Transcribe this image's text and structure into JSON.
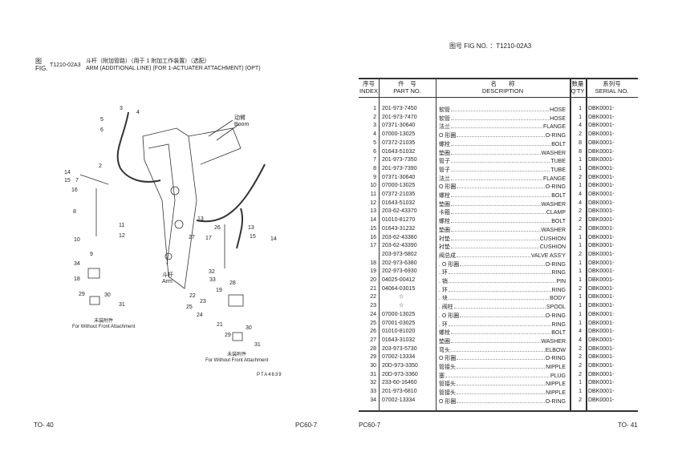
{
  "left_page": {
    "fig_label_cn": "图",
    "fig_label_en": "FIG.",
    "fig_no": "T1210-02A3",
    "title_cn": "斗杆（附加管路）（用于 1 附加工作装置）（选配）",
    "title_en": "ARM (ADDITIONAL LINE) (FOR 1-ACTUATER ATTACHMENT) (OPT)",
    "diagram": {
      "boom_cn": "动臂",
      "boom_en": "Boom",
      "arm_cn": "斗杆",
      "arm_en": "Arm",
      "note1_cn": "未装附件",
      "note1_en": "For Without Front Attachment",
      "note2_cn": "未装附件",
      "note2_en": "For Without Front Attachment",
      "drawing_code": "PTA4639",
      "callouts": [
        "3",
        "4",
        "5",
        "6",
        "2",
        "14",
        "15",
        "7",
        "16",
        "8",
        "11",
        "12",
        "10",
        "9",
        "34",
        "18",
        "29",
        "30",
        "31",
        "13",
        "27",
        "26",
        "17",
        "13",
        "15",
        "14",
        "32",
        "33",
        "28",
        "19",
        "22",
        "23",
        "25",
        "24",
        "21",
        "29",
        "30",
        "31"
      ]
    },
    "page_no": "TO- 40",
    "model": "PC60-7"
  },
  "right_page": {
    "fig_no_label": "图号 FIG NO. ：T1210-02A3",
    "headers": {
      "index_cn": "序号",
      "index_en": "INDEX",
      "part_cn": "件　号",
      "part_en": "PART NO.",
      "desc_cn": "名　　称",
      "desc_en": "DESCRIPTION",
      "qty_cn": "数量",
      "qty_en": "Q'TY",
      "serial_cn": "系列号",
      "serial_en": "SERIAL NO."
    },
    "rows": [
      [
        "1",
        "201-973-7450",
        "软管",
        "HOSE",
        "1",
        "DBK0001-"
      ],
      [
        "2",
        "201-973-7470",
        "软管",
        "HOSE",
        "1",
        "DBK0001-"
      ],
      [
        "3",
        "07371-30640",
        "法兰",
        "FLANGE",
        "4",
        "DBK0001-"
      ],
      [
        "4",
        "07000-13025",
        "O 形圈",
        "O-RING",
        "2",
        "DBK0001-"
      ],
      [
        "5",
        "07372-21035",
        "螺栓",
        "BOLT",
        "8",
        "DBK0001-"
      ],
      [
        "6",
        "01643-51032",
        "垫圈",
        "WASHER",
        "8",
        "DBK0001-"
      ],
      [
        "7",
        "201-973-7350",
        "管子",
        "TUBE",
        "1",
        "DBK0001-"
      ],
      [
        "8",
        "201-973-7390",
        "管子",
        "TUBE",
        "1",
        "DBK0001-"
      ],
      [
        "9",
        "07371-30640",
        "法兰",
        "FLANGE",
        "2",
        "DBK0001-"
      ],
      [
        "10",
        "07000-13025",
        "O 形圈",
        "O-RING",
        "1",
        "DBK0001-"
      ],
      [
        "11",
        "07372-21035",
        "螺栓",
        "BOLT",
        "4",
        "DBK0001-"
      ],
      [
        "12",
        "01643-51032",
        "垫圈",
        "WASHER",
        "4",
        "DBK0001-"
      ],
      [
        "13",
        "203-62-43370",
        "卡箍",
        "CLAMP",
        "2",
        "DBK0001-"
      ],
      [
        "14",
        "01010-81270",
        "螺栓",
        "BOLT",
        "2",
        "DBK0001-"
      ],
      [
        "15",
        "01643-31232",
        "垫圈",
        "WASHER",
        "2",
        "DBK0001-"
      ],
      [
        "16",
        "203-62-43380",
        "衬垫",
        "CUSHION",
        "1",
        "DBK0001-"
      ],
      [
        "17",
        "203-62-43390",
        "衬垫",
        "CUSHION",
        "1",
        "DBK0001-"
      ],
      [
        "",
        "203-973-5802",
        "阀总成",
        "VALVE ASS'Y",
        "2",
        "DBK0001-"
      ],
      [
        "18",
        "202-973-6380",
        ". O 形圈",
        "O-RING",
        "1",
        "DBK0001-"
      ],
      [
        "19",
        "202-973-6930",
        ". 环",
        "RING",
        "1",
        "DBK0001-"
      ],
      [
        "20",
        "04025-00412",
        ". 销",
        "PIN",
        "1",
        "DBK0001-"
      ],
      [
        "21",
        "04064-03015",
        ". 环",
        "RING",
        "2",
        "DBK0001-"
      ],
      [
        "22",
        "☆",
        ". 块",
        "BODY",
        "1",
        "DBK0001-"
      ],
      [
        "23",
        "☆",
        ". 阀柱",
        "SPOOL",
        "1",
        "DBK0001-"
      ],
      [
        "24",
        "07000-13025",
        ". O 形圈",
        "O-RING",
        "1",
        "DBK0001-"
      ],
      [
        "25",
        "07001-03025",
        ". 环",
        "RING",
        "1",
        "DBK0001-"
      ],
      [
        "26",
        "01010-81020",
        "螺栓",
        "BOLT",
        "4",
        "DBK0001-"
      ],
      [
        "27",
        "01643-31032",
        "垫圈",
        "WASHER",
        "4",
        "DBK0001-"
      ],
      [
        "28",
        "203-973-5730",
        "弯头",
        "ELBOW",
        "2",
        "DBK0001-"
      ],
      [
        "29",
        "07002-13334",
        "O 形圈",
        "O-RING",
        "2",
        "DBK0001-"
      ],
      [
        "30",
        "20D-973-3350",
        "管接头",
        "NIPPLE",
        "2",
        "DBK0001-"
      ],
      [
        "31",
        "20D-973-3360",
        "塞",
        "PLUG",
        "2",
        "DBK0001-"
      ],
      [
        "32",
        "233-60-16460",
        "管接头",
        "NIPPLE",
        "1",
        "DBK0001-"
      ],
      [
        "33",
        "201-973-6810",
        "管接头",
        "NIPPLE",
        "1",
        "DBK0001-"
      ],
      [
        "34",
        "07002-13334",
        "O 形圈",
        "O-RING",
        "2",
        "DBK0001-"
      ]
    ],
    "model": "PC60-7",
    "page_no": "TO- 41"
  }
}
